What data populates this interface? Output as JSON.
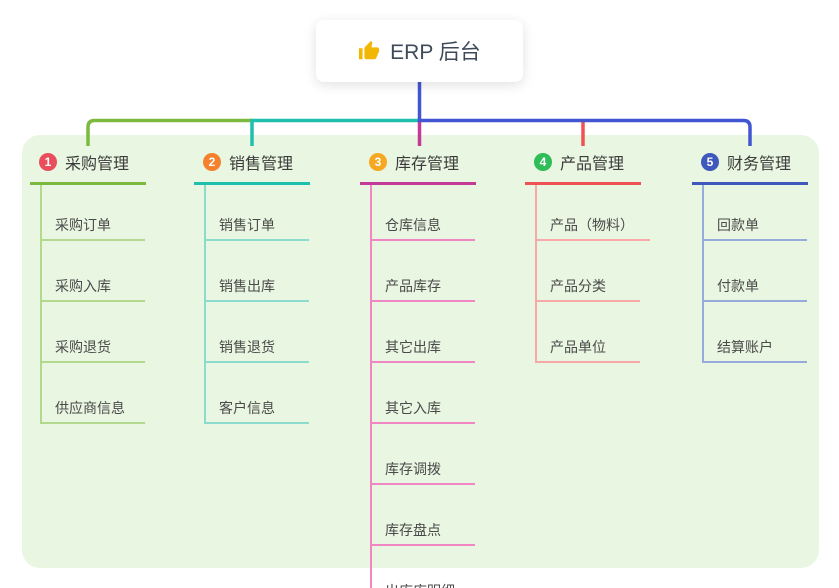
{
  "root": {
    "icon": "thumbs-up-icon",
    "label": "ERP 后台"
  },
  "panel_color": "#e9f6e2",
  "connector_color": "#4356d2",
  "icon_color": "#f2b705",
  "branches": [
    {
      "index": "1",
      "label": "采购管理",
      "badge_color": "#ea4d5b",
      "line_color": "#7cba3f",
      "child_line_color": "#b3d98f",
      "children": [
        "采购订单",
        "采购入库",
        "采购退货",
        "供应商信息"
      ]
    },
    {
      "index": "2",
      "label": "销售管理",
      "badge_color": "#f5802d",
      "line_color": "#1fbfad",
      "child_line_color": "#8cdccd",
      "children": [
        "销售订单",
        "销售出库",
        "销售退货",
        "客户信息"
      ]
    },
    {
      "index": "3",
      "label": "库存管理",
      "badge_color": "#f7a822",
      "line_color": "#c43b97",
      "child_line_color": "#f087c3",
      "children": [
        "仓库信息",
        "产品库存",
        "其它出库",
        "其它入库",
        "库存调拨",
        "库存盘点",
        "出库库明细"
      ]
    },
    {
      "index": "4",
      "label": "产品管理",
      "badge_color": "#2ebd56",
      "line_color": "#ee5253",
      "child_line_color": "#f6a9a7",
      "children": [
        "产品（物料）",
        "产品分类",
        "产品单位"
      ]
    },
    {
      "index": "5",
      "label": "财务管理",
      "badge_color": "#3f58bb",
      "line_color": "#3f58bb",
      "child_line_color": "#97abdb",
      "children": [
        "回款单",
        "付款单",
        "结算账户"
      ]
    }
  ]
}
